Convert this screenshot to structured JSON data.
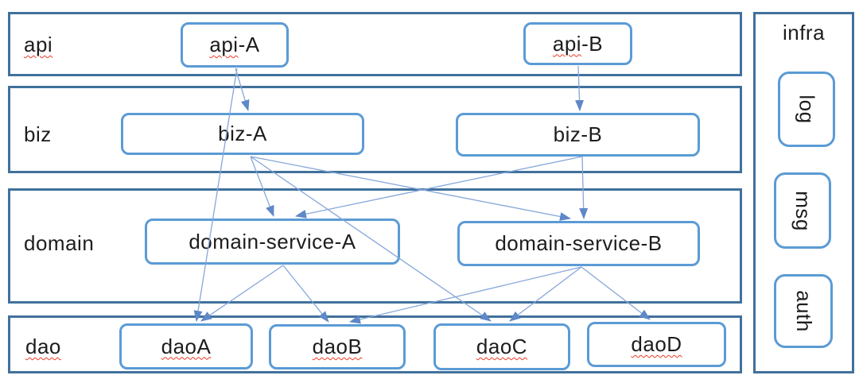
{
  "colors": {
    "layer_border": "#41719C",
    "node_border": "#5B9BD5",
    "edge_line": "#85A7DA",
    "arrow_fill": "#5E88C7",
    "spellcheck_red": "#ED3A26",
    "text": "#1d1d1d",
    "background": "#ffffff"
  },
  "layers": [
    {
      "id": "api",
      "label": "api",
      "label_misspelled": true,
      "nodes": [
        {
          "id": "api-A",
          "label": "api-A",
          "mis": "api",
          "rest": "-A"
        },
        {
          "id": "api-B",
          "label": "api-B",
          "mis": "api",
          "rest": "-B"
        }
      ]
    },
    {
      "id": "biz",
      "label": "biz",
      "label_misspelled": false,
      "nodes": [
        {
          "id": "biz-A",
          "label": "biz-A",
          "mis": "",
          "rest": "biz-A"
        },
        {
          "id": "biz-B",
          "label": "biz-B",
          "mis": "",
          "rest": "biz-B"
        }
      ]
    },
    {
      "id": "domain",
      "label": "domain",
      "label_misspelled": false,
      "nodes": [
        {
          "id": "domain-service-A",
          "label": "domain-service-A",
          "mis": "",
          "rest": "domain-service-A"
        },
        {
          "id": "domain-service-B",
          "label": "domain-service-B",
          "mis": "",
          "rest": "domain-service-B"
        }
      ]
    },
    {
      "id": "dao",
      "label": "dao",
      "label_misspelled": true,
      "nodes": [
        {
          "id": "daoA",
          "label": "daoA",
          "mis": "daoA",
          "rest": ""
        },
        {
          "id": "daoB",
          "label": "daoB",
          "mis": "daoB",
          "rest": ""
        },
        {
          "id": "daoC",
          "label": "daoC",
          "mis": "daoC",
          "rest": ""
        },
        {
          "id": "daoD",
          "label": "daoD",
          "mis": "daoD",
          "rest": ""
        }
      ]
    }
  ],
  "infra": {
    "label": "infra",
    "items": [
      {
        "id": "log",
        "label": "log",
        "text_rotated": true
      },
      {
        "id": "msg",
        "label": "msg",
        "text_rotated": true
      },
      {
        "id": "auth",
        "label": "auth",
        "text_rotated": true
      }
    ]
  },
  "edges": [
    {
      "from": "api-A",
      "to": "biz-A"
    },
    {
      "from": "api-A",
      "to": "daoA"
    },
    {
      "from": "api-B",
      "to": "biz-B"
    },
    {
      "from": "biz-A",
      "to": "domain-service-A"
    },
    {
      "from": "biz-A",
      "to": "domain-service-B"
    },
    {
      "from": "biz-A",
      "to": "daoC"
    },
    {
      "from": "biz-B",
      "to": "domain-service-A"
    },
    {
      "from": "biz-B",
      "to": "domain-service-B"
    },
    {
      "from": "domain-service-A",
      "to": "daoA"
    },
    {
      "from": "domain-service-A",
      "to": "daoB"
    },
    {
      "from": "domain-service-B",
      "to": "daoB"
    },
    {
      "from": "domain-service-B",
      "to": "daoC"
    },
    {
      "from": "domain-service-B",
      "to": "daoD"
    }
  ]
}
